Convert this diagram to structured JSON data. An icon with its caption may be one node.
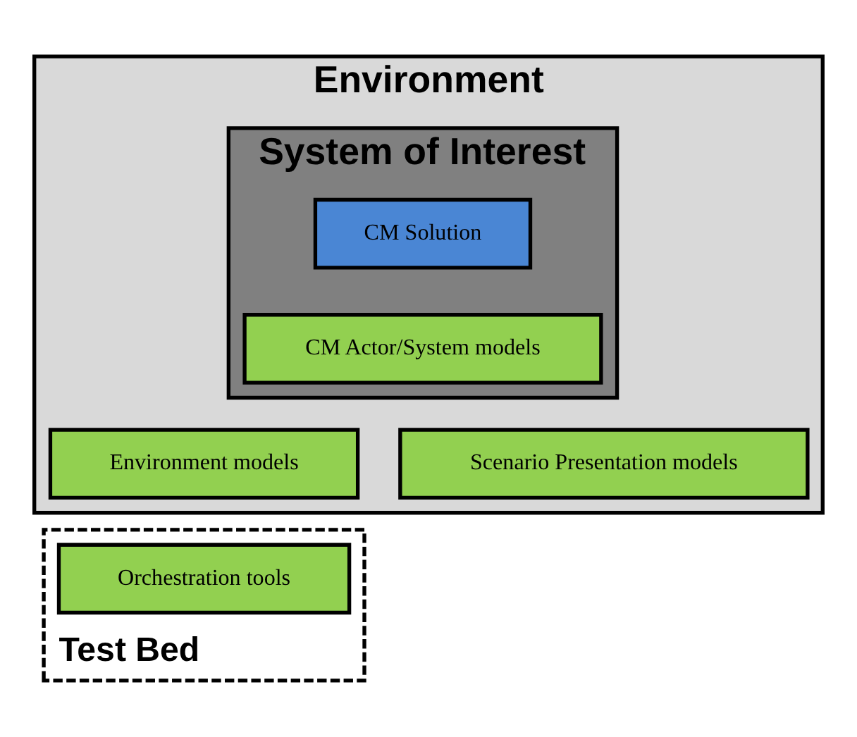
{
  "diagram": {
    "nodes": [
      {
        "text": [
          "Environment"
        ]
      },
      {
        "text": [
          "System of Interest"
        ],
        "in": 0
      },
      {
        "text": [
          "CM Solution"
        ],
        "in": 1
      },
      {
        "text": [
          "CM Actor/System models"
        ],
        "in": 1
      },
      {
        "text": [
          "Environment models"
        ],
        "in": 0
      },
      {
        "text": [
          "Scenario Presentation models"
        ],
        "in": 0
      },
      {
        "text": [
          "Test Bed"
        ]
      },
      {
        "text": [
          "Orchestration tools"
        ],
        "in": 6
      }
    ],
    "edges": []
  }
}
